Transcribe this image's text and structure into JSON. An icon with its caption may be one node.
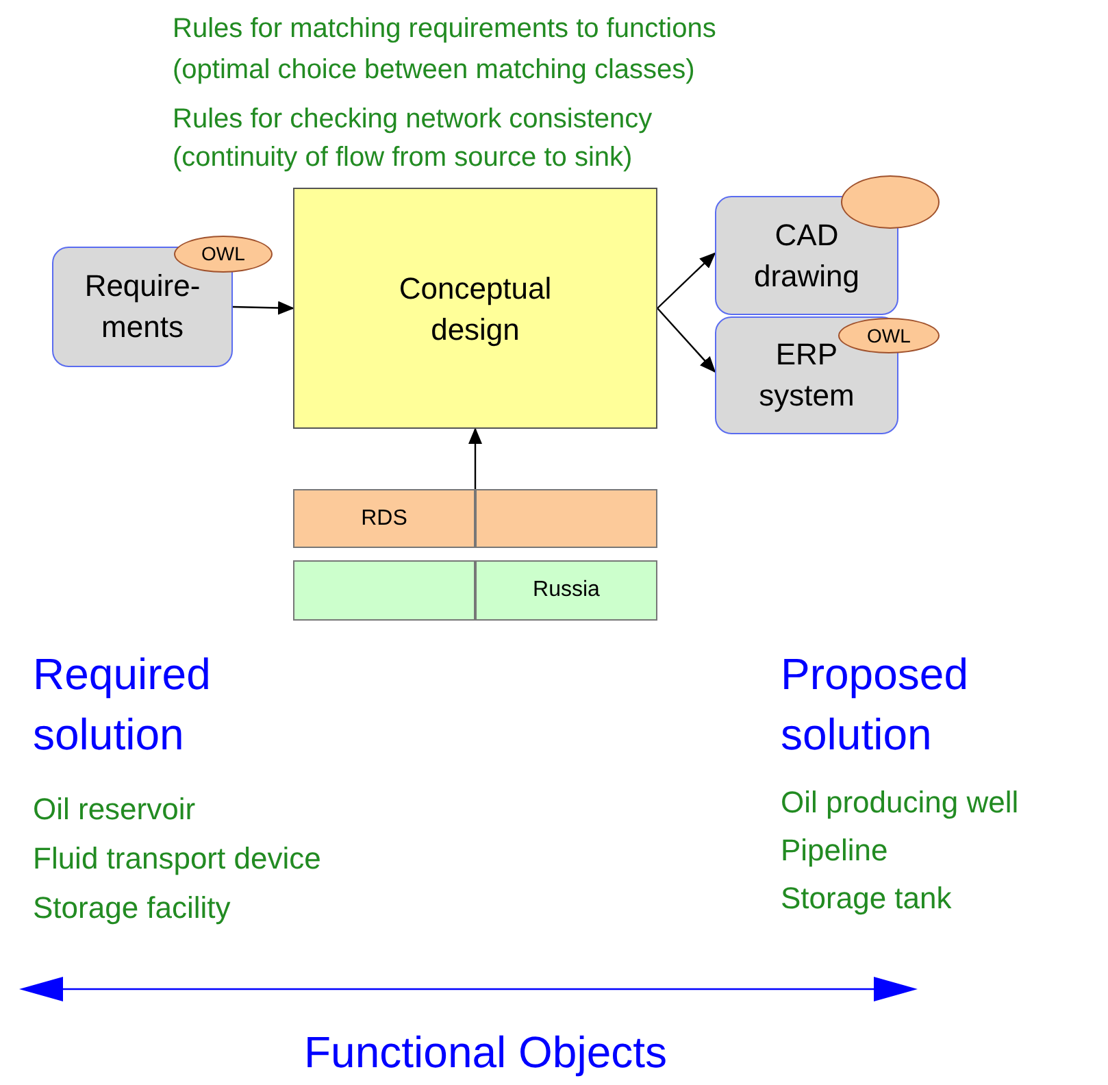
{
  "diagram": {
    "nodes": [
      {
        "text": [
          "Require- ments"
        ]
      },
      {
        "text": [
          "OWL"
        ]
      },
      {
        "text": [
          "Conceptual design"
        ]
      },
      {
        "text": [
          "CAD drawing"
        ]
      },
      {
        "text": [],
        "shape": "ellipse"
      },
      {
        "text": [
          "ERP system"
        ]
      },
      {
        "text": [
          "OWL"
        ]
      },
      {
        "text": [
          "RDS"
        ]
      },
      {
        "text": [],
        "shape": "box"
      },
      {
        "text": [],
        "shape": "box"
      },
      {
        "text": [
          "Russia"
        ]
      }
    ],
    "edges": [
      {
        "from": 0,
        "to": 2,
        "arrow": "to"
      },
      {
        "from": 2,
        "to": 3,
        "arrow": "to"
      },
      {
        "from": 2,
        "to": 5,
        "arrow": "to"
      },
      {
        "from": 7,
        "to": 2,
        "arrow": "to"
      }
    ],
    "labels": [
      "Rules for matching requirements to functions",
      "(optimal choice between matching classes)",
      "Rules for checking network consistency",
      "(continuity of flow from source to sink)",
      "Required solution",
      "Oil reservoir",
      "Fluid transport device",
      "Storage facility",
      "Proposed solution",
      "Oil producing well",
      "Pipeline",
      "Storage tank",
      "Functional Objects"
    ]
  }
}
